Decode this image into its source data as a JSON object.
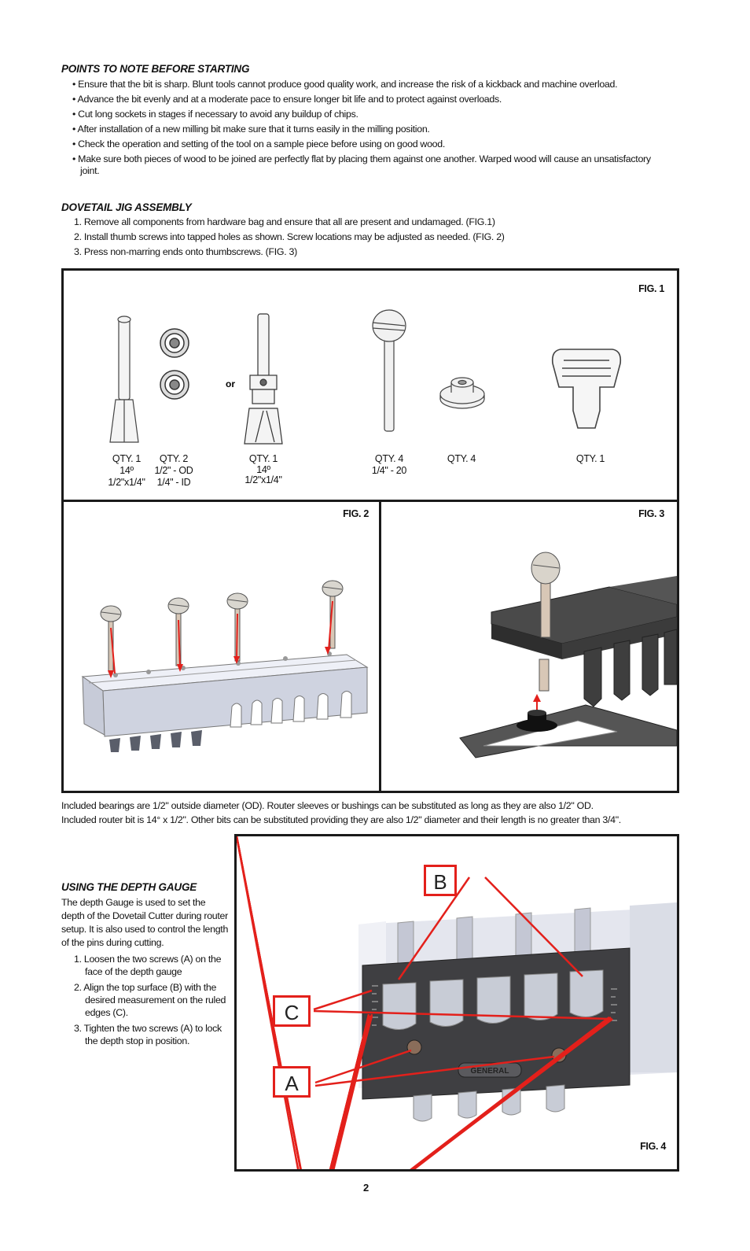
{
  "points_to_note": {
    "heading": "POINTS TO NOTE BEFORE STARTING",
    "bullets": [
      "• Ensure that the bit is sharp. Blunt tools cannot produce good quality work, and increase the risk of a kickback and machine overload.",
      "• Advance the bit evenly and at a moderate pace to ensure longer bit life and to protect against overloads.",
      "• Cut long sockets in stages if necessary to avoid any buildup of chips.",
      "• After installation of a new milling bit make sure that it turns easily in the milling position.",
      "• Check the operation and setting of the tool on a sample piece before using on good wood.",
      "• Make sure both pieces of wood to be joined are perfectly flat by placing them against one another. Warped wood will cause an unsatisfactory joint."
    ]
  },
  "assembly": {
    "heading": "DOVETAIL JIG ASSEMBLY",
    "steps": [
      "1. Remove all components from hardware bag and ensure that all are present and undamaged. (FIG.1)",
      "2. Install thumb screws into tapped holes as shown. Screw locations may be adjusted as needed. (FIG. 2)",
      "3. Press non-marring ends onto thumbscrews. (FIG. 3)"
    ]
  },
  "fig1": {
    "label": "FIG. 1",
    "or_text": "or",
    "items": [
      {
        "qty": "QTY. 1",
        "l2": "14º",
        "l3": "1/2\"x1/4\""
      },
      {
        "qty": "QTY. 2",
        "l2": "1/2\" - OD",
        "l3": "1/4\" - ID"
      },
      {
        "qty": "QTY. 1",
        "l2": "14º",
        "l3": "1/2\"x1/4\""
      },
      {
        "qty": "QTY. 4",
        "l2": "1/4\" - 20",
        "l3": ""
      },
      {
        "qty": "QTY. 4",
        "l2": "",
        "l3": ""
      },
      {
        "qty": "QTY. 1",
        "l2": "",
        "l3": ""
      }
    ]
  },
  "fig2": {
    "label": "FIG. 2"
  },
  "fig3": {
    "label": "FIG. 3"
  },
  "notes": {
    "line1": "Included bearings are 1/2\" outside diameter (OD). Router sleeves or bushings can be substituted as long as they are also 1/2\" OD.",
    "line2": "Included router bit is 14° x 1/2\". Other bits can be substituted providing they are also 1/2\" diameter and their length is no greater than 3/4\"."
  },
  "depth_gauge": {
    "heading": "USING THE DEPTH GAUGE",
    "intro": "The depth Gauge is used to set the depth of the Dovetail Cutter during router setup. It is also used to control the length of the pins during cutting.",
    "steps": [
      "1. Loosen the two screws (A) on the face of the depth gauge",
      "2. Align the top surface (B) with the desired measurement on the ruled edges (C).",
      "3. Tighten the two screws (A) to lock the depth stop in position."
    ]
  },
  "fig4": {
    "label": "FIG. 4",
    "callouts": {
      "a": "A",
      "b": "B",
      "c": "C"
    },
    "brand": "GENERAL"
  },
  "page_number": "2",
  "colors": {
    "callout_red": "#e3201b",
    "frame": "#1a1a1a",
    "metal": "#c8ccd6",
    "dark_jig": "#3a3a3a"
  }
}
